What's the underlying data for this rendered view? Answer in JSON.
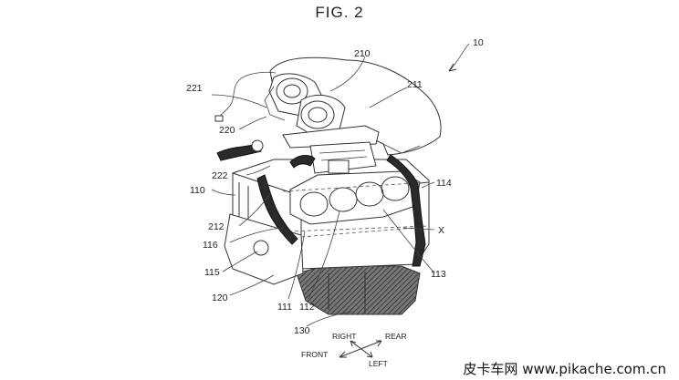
{
  "figure": {
    "title": "FIG. 2",
    "watermark": "皮卡车网  www.pikache.com.cn"
  },
  "labels": {
    "ref_10": "10",
    "ref_210": "210",
    "ref_211": "211",
    "ref_221": "221",
    "ref_220": "220",
    "ref_222": "222",
    "ref_110": "110",
    "ref_212": "212",
    "ref_116": "116",
    "ref_115": "115",
    "ref_120": "120",
    "ref_111": "111",
    "ref_112": "112",
    "ref_113": "113",
    "ref_114": "114",
    "ref_x": "X",
    "ref_130": "130"
  },
  "directions": {
    "right": "RIGHT",
    "rear": "REAR",
    "front": "FRONT",
    "left": "LEFT"
  }
}
